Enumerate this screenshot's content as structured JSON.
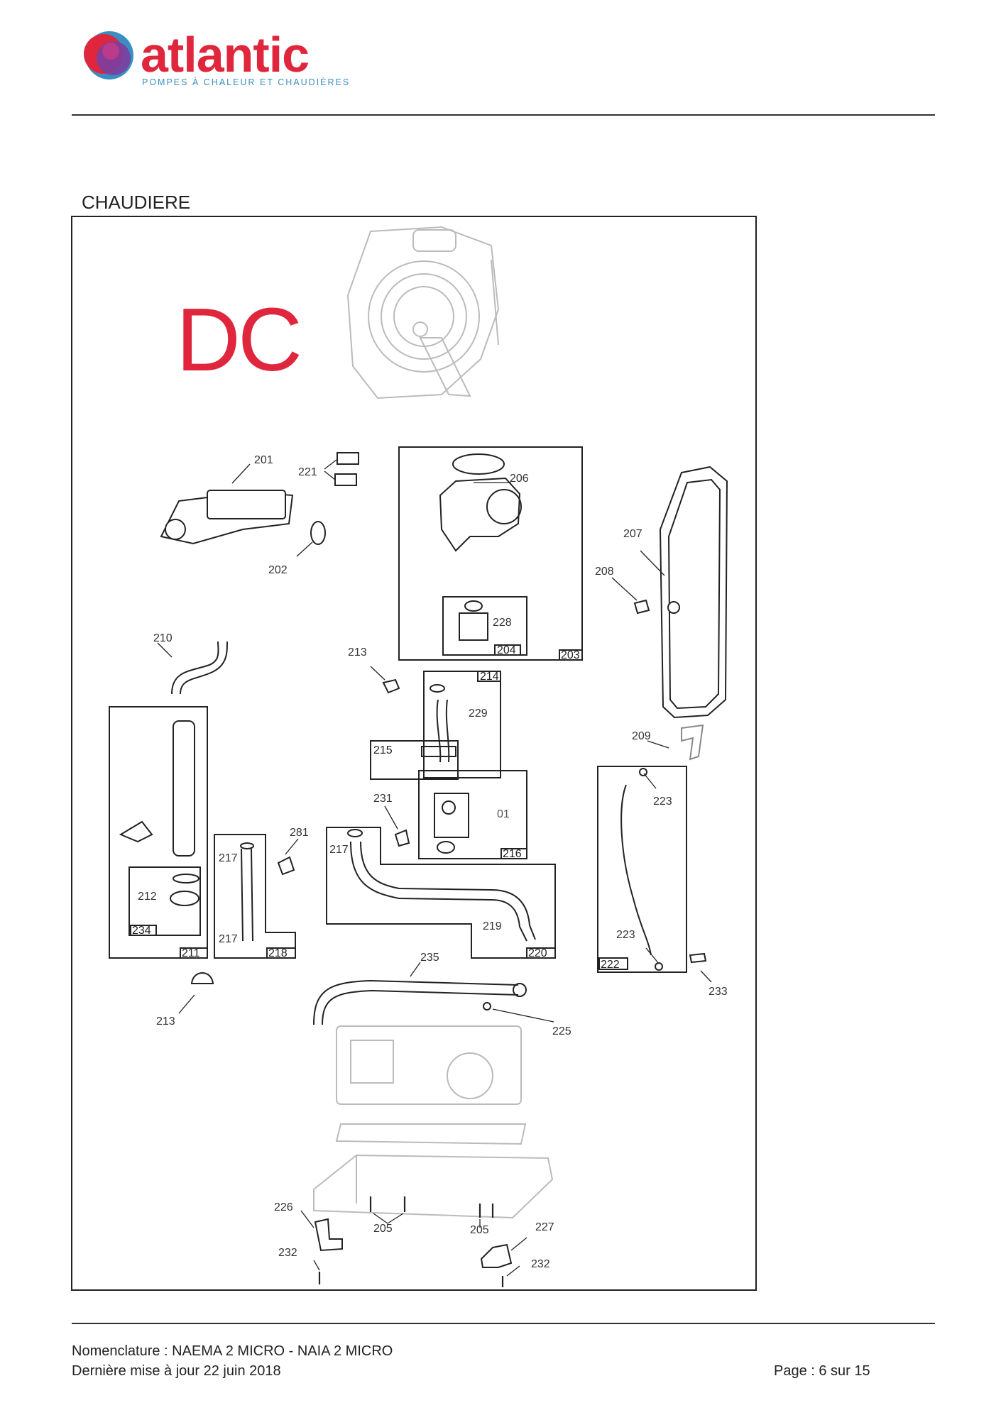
{
  "header": {
    "brand": "atlantic",
    "tagline": "POMPES À CHALEUR ET CHAUDIÈRES"
  },
  "section": {
    "title": "CHAUDIERE"
  },
  "diagram": {
    "overlay_label": "DC",
    "callouts": [
      "201",
      "221",
      "202",
      "206",
      "207",
      "208",
      "210",
      "213",
      "203",
      "204",
      "228",
      "214",
      "229",
      "215",
      "209",
      "231",
      "01",
      "216",
      "223",
      "281",
      "217",
      "212",
      "234",
      "211",
      "218",
      "219",
      "220",
      "235",
      "222",
      "233",
      "225",
      "226",
      "205",
      "227",
      "232"
    ]
  },
  "footer": {
    "line1": "Nomenclature : NAEMA 2 MICRO - NAIA 2 MICRO",
    "line2": "Dernière mise à jour 22 juin 2018",
    "page": "Page : 6 sur 15"
  },
  "colors": {
    "brand_red": "#e0263c",
    "brand_blue": "#3a8fc2",
    "logo_purple": "#7b3fa0"
  }
}
